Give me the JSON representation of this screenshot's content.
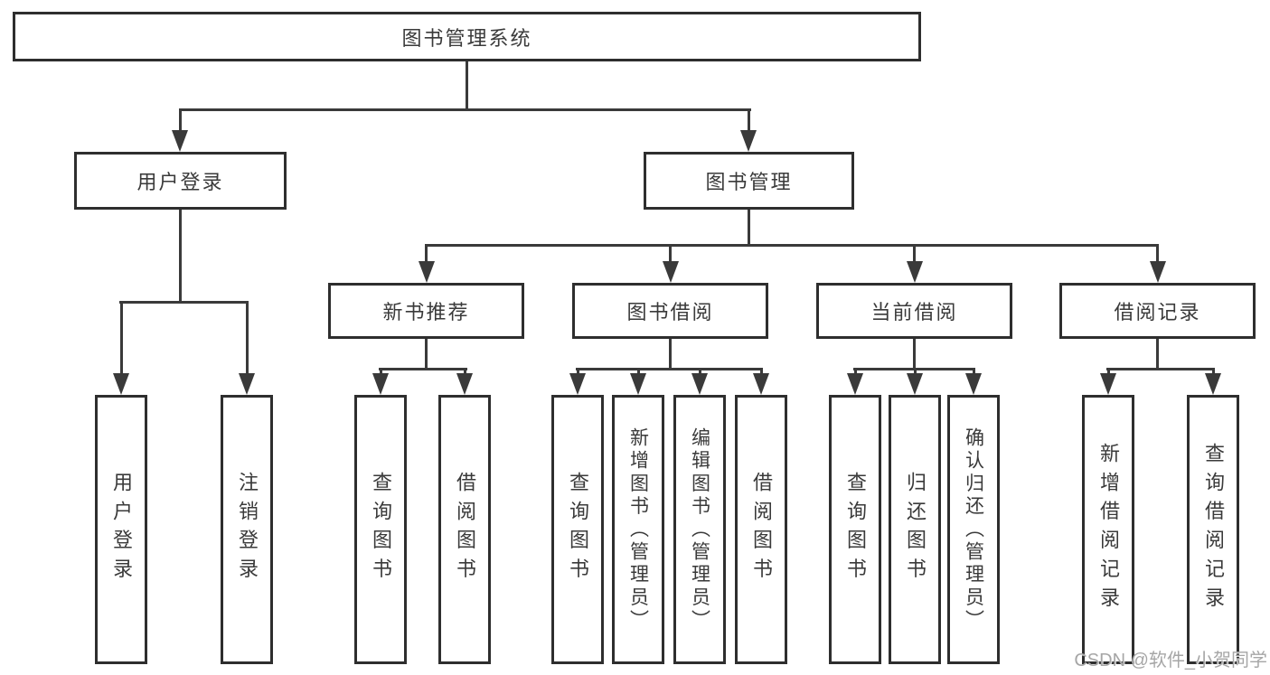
{
  "diagram": {
    "root": {
      "label": "图书管理系统",
      "children": [
        {
          "label": "用户登录",
          "children": [
            {
              "label": "用户登录"
            },
            {
              "label": "注销登录"
            }
          ]
        },
        {
          "label": "图书管理",
          "children": [
            {
              "label": "新书推荐",
              "children": [
                {
                  "label": "查询图书"
                },
                {
                  "label": "借阅图书"
                }
              ]
            },
            {
              "label": "图书借阅",
              "children": [
                {
                  "label": "查询图书"
                },
                {
                  "label": "新增图书（管理员）"
                },
                {
                  "label": "编辑图书（管理员）"
                },
                {
                  "label": "借阅图书"
                }
              ]
            },
            {
              "label": "当前借阅",
              "children": [
                {
                  "label": "查询图书"
                },
                {
                  "label": "归还图书"
                },
                {
                  "label": "确认归还（管理员）"
                }
              ]
            },
            {
              "label": "借阅记录",
              "children": [
                {
                  "label": "新增借阅记录"
                },
                {
                  "label": "查询借阅记录"
                }
              ]
            }
          ]
        }
      ]
    }
  },
  "watermark": "CSDN @软件_小贺同学",
  "colors": {
    "line": "#3a3a3a",
    "box_border": "#2e2e2e",
    "box_text": "#3a3a3a",
    "background": "#ffffff",
    "watermark": "#a6a6a6"
  }
}
